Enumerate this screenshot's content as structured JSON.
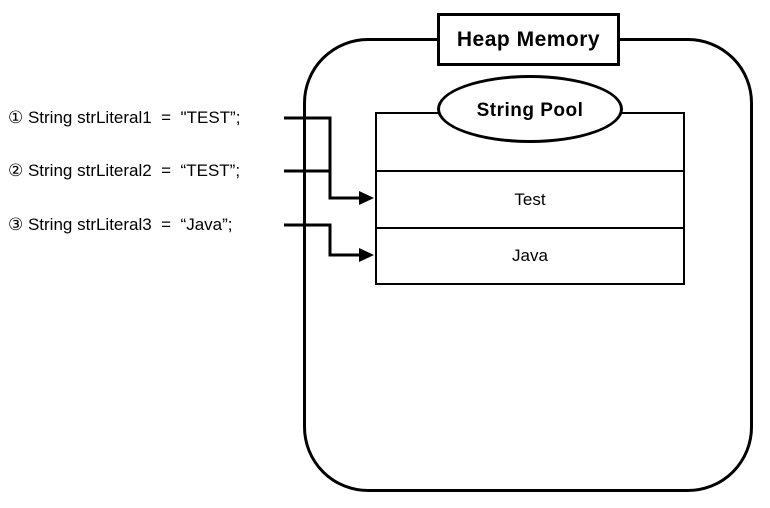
{
  "colors": {
    "ink": "#000000",
    "background": "#ffffff"
  },
  "heap": {
    "title": "Heap Memory"
  },
  "string_pool": {
    "title": "String Pool",
    "rows": [
      {
        "value": ""
      },
      {
        "value": "Test"
      },
      {
        "value": "Java"
      }
    ]
  },
  "code": {
    "lines": [
      {
        "text": "① String strLiteral1  =  \"TEST”;"
      },
      {
        "text": "② String strLiteral2  =  “TEST”;"
      },
      {
        "text": "③ String strLiteral3  =  “Java”;"
      }
    ]
  },
  "connections": [
    {
      "from": "strLiteral1",
      "to": "Test"
    },
    {
      "from": "strLiteral2",
      "to": "Test"
    },
    {
      "from": "strLiteral3",
      "to": "Java"
    }
  ]
}
